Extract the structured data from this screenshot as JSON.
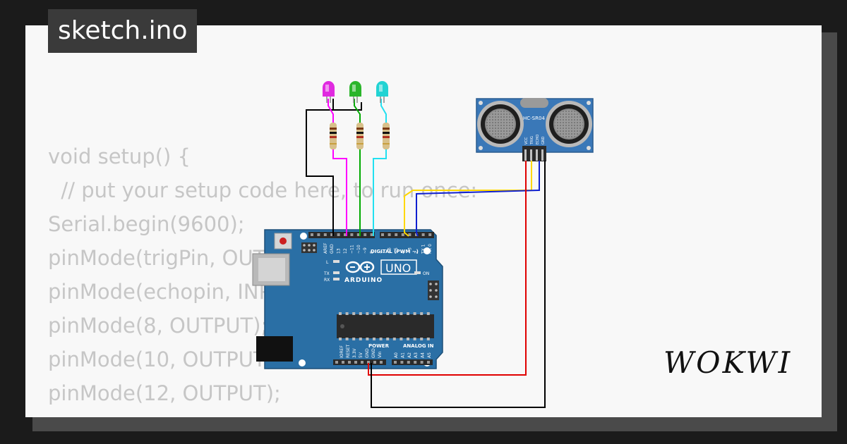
{
  "title": "sketch.ino",
  "brand": "WOKWI",
  "code_lines": [
    "void setup() {",
    "  // put your setup code here, to run once:",
    "Serial.begin(9600);",
    "pinMode(trigPin, OUTPUT);",
    "pinMode(echopin, INPUT);",
    "pinMode(8, OUTPUT);",
    "pinMode(10, OUTPUT);",
    "pinMode(12, OUTPUT);",
    "}"
  ],
  "board": {
    "name": "UNO",
    "maker": "ARDUINO",
    "digital_label": "DIGITAL (PWM ~)",
    "power_label": "POWER",
    "analog_label": "ANALOG IN",
    "on_label": "ON",
    "l_label": "L",
    "tx_label": "TX",
    "rx_label": "RX",
    "top_pins": [
      "AREF",
      "GND",
      "13",
      "12",
      "~11",
      "~10",
      "~9",
      "8",
      "7",
      "~6",
      "~5",
      "4",
      "~3",
      "2",
      "TX 1",
      "RX 0"
    ],
    "power_pins": [
      "IOREF",
      "RESET",
      "3.3V",
      "5V",
      "GND",
      "GND",
      "Vin"
    ],
    "analog_pins": [
      "A0",
      "A1",
      "A2",
      "A3",
      "A4",
      "A5"
    ]
  },
  "sensor": {
    "name": "HC-SR04",
    "pins": [
      "VCC",
      "TRIG",
      "ECHO",
      "GND"
    ]
  },
  "leds": [
    {
      "color": "#e02ae0"
    },
    {
      "color": "#2bb52b"
    },
    {
      "color": "#22d3d3"
    }
  ],
  "wire_colors": {
    "black": "#000000",
    "magenta": "#ff00ff",
    "green": "#00aa00",
    "cyan": "#22e0f0",
    "yellow": "#ffd700",
    "blue": "#1020d0",
    "red": "#e00000"
  },
  "colors": {
    "board_blue": "#2a6fa5",
    "sensor_blue": "#3a78b8"
  }
}
